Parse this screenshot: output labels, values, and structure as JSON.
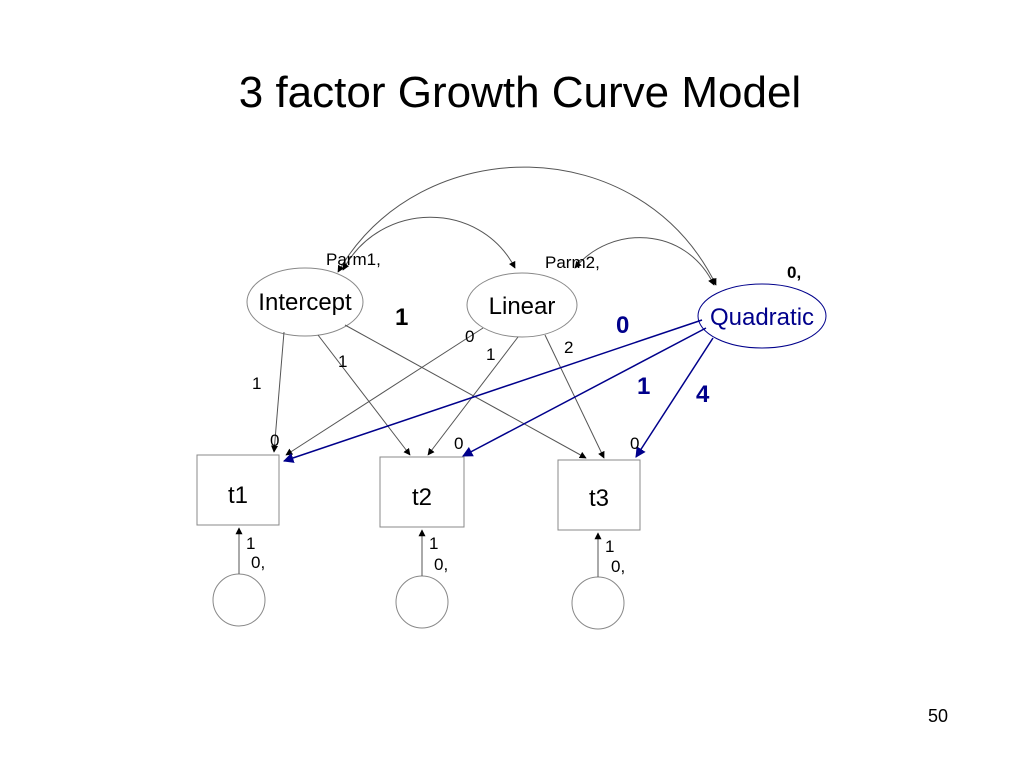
{
  "title": "3 factor Growth Curve Model",
  "page_number": "50",
  "colors": {
    "accent": "#00008b",
    "line": "#555555",
    "text": "#000000"
  },
  "latent": {
    "intercept": {
      "label": "Intercept",
      "variance": "Parm1,"
    },
    "linear": {
      "label": "Linear",
      "variance": "Parm2,"
    },
    "quadratic": {
      "label": "Quadratic",
      "variance": "0,"
    }
  },
  "observed": [
    {
      "label": "t1",
      "intercept": "0",
      "error_path": "1",
      "error_variance": "0,"
    },
    {
      "label": "t2",
      "intercept": "0",
      "error_path": "1",
      "error_variance": "0,"
    },
    {
      "label": "t3",
      "intercept": "0",
      "error_path": "1",
      "error_variance": "0,"
    }
  ],
  "loadings": {
    "intercept": [
      "1",
      "1",
      "1"
    ],
    "linear": [
      "0",
      "1",
      "2"
    ],
    "quadratic": [
      "0",
      "1",
      "4"
    ]
  }
}
